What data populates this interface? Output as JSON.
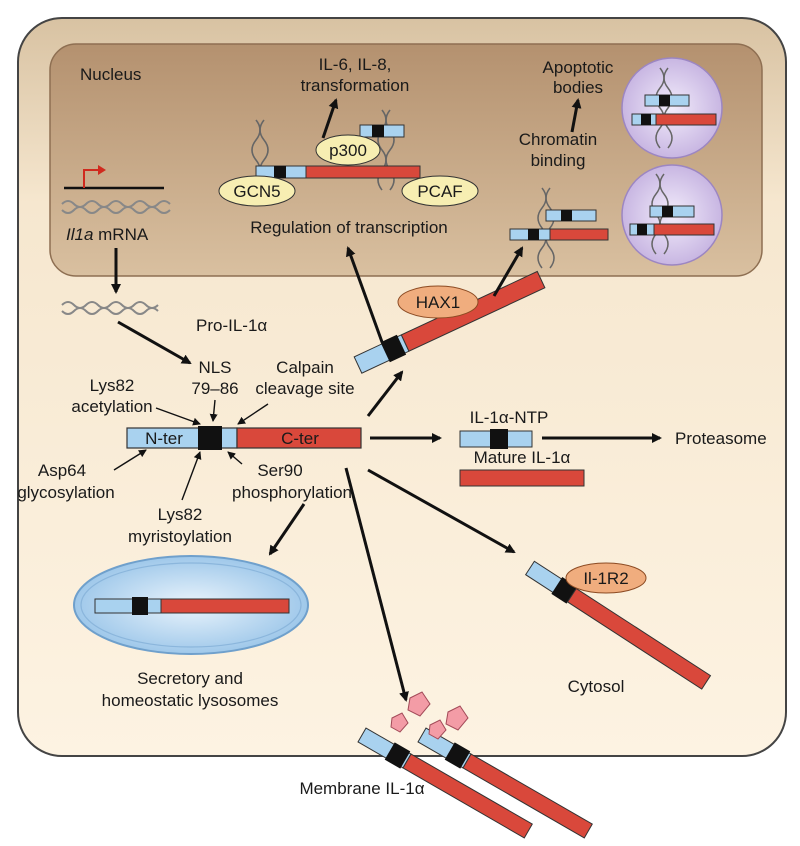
{
  "labels": {
    "nucleus": "Nucleus",
    "il6": "IL-6, IL-8,",
    "transformation": "transformation",
    "apoptotic1": "Apoptotic",
    "apoptotic2": "bodies",
    "chromatin1": "Chromatin",
    "chromatin2": "binding",
    "p300": "p300",
    "gcn5": "GCN5",
    "pcaf": "PCAF",
    "regulation": "Regulation of transcription",
    "il1a_gene": "Il1a",
    "mrna": " mRNA",
    "hax1": "HAX1",
    "pro_il1a": "Pro-IL-1α",
    "nls1": "NLS",
    "nls2": "79–86",
    "calpain1": "Calpain",
    "calpain2": "cleavage site",
    "lys82a1": "Lys82",
    "lys82a2": "acetylation",
    "nter": "N-ter",
    "cter": "C-ter",
    "ntp": "IL-1α-NTP",
    "proteasome": "Proteasome",
    "mature": "Mature IL-1α",
    "asp64_1": "Asp64",
    "asp64_2": "glycosylation",
    "ser90_1": "Ser90",
    "ser90_2": "phosphorylation",
    "lys82m1": "Lys82",
    "lys82m2": "myristoylation",
    "il1r2": "Il-1R2",
    "secretory1": "Secretory and",
    "secretory2": "homeostatic lysosomes",
    "cytosol": "Cytosol",
    "membrane": "Membrane IL-1α"
  },
  "colors": {
    "cell_fill": "#f5e4c9",
    "cell_stroke": "#3a3a3a",
    "nucleus_fill": "#b08e6d",
    "n_ter": "#a9d2ef",
    "c_ter": "#d9483b",
    "nls": "#111111",
    "cofactor": "#f7eeb2",
    "hax1": "#f0ad7e",
    "apoptotic": "#e7dcf4",
    "lysosome": "#c9e1f5",
    "receptor": "#f39ca6"
  }
}
